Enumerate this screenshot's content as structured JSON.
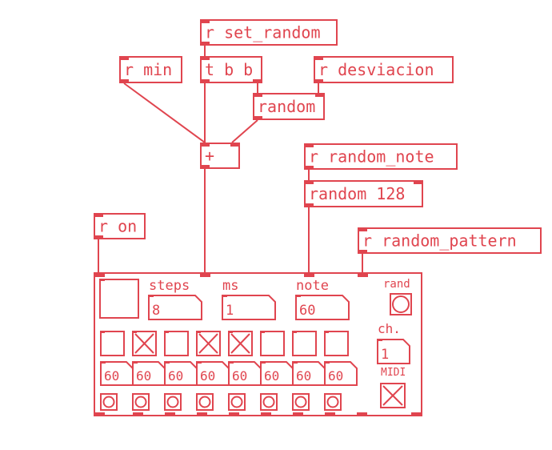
{
  "accent": "#e0454f",
  "background": "#ffffff",
  "objects": {
    "set_random": "r set_random",
    "min": "r min",
    "trigger": "t b b",
    "desviacion": "r desviacion",
    "random": "random",
    "plus": "+",
    "random_note": "r random_note",
    "random_128": "random 128",
    "on": "r on",
    "random_pattern": "r random_pattern"
  },
  "gop": {
    "labels": {
      "steps": "steps",
      "ms": "ms",
      "note": "note",
      "rand": "rand",
      "ch": "ch.",
      "midi": "MIDI"
    },
    "numbers": {
      "steps": "8",
      "ms": "1",
      "note": "60",
      "ch": "1"
    },
    "toggles": [
      false,
      true,
      false,
      true,
      true,
      false,
      false,
      false
    ],
    "note_values": [
      "60",
      "60",
      "60",
      "60",
      "60",
      "60",
      "60",
      "60"
    ],
    "midi_toggle": true
  }
}
